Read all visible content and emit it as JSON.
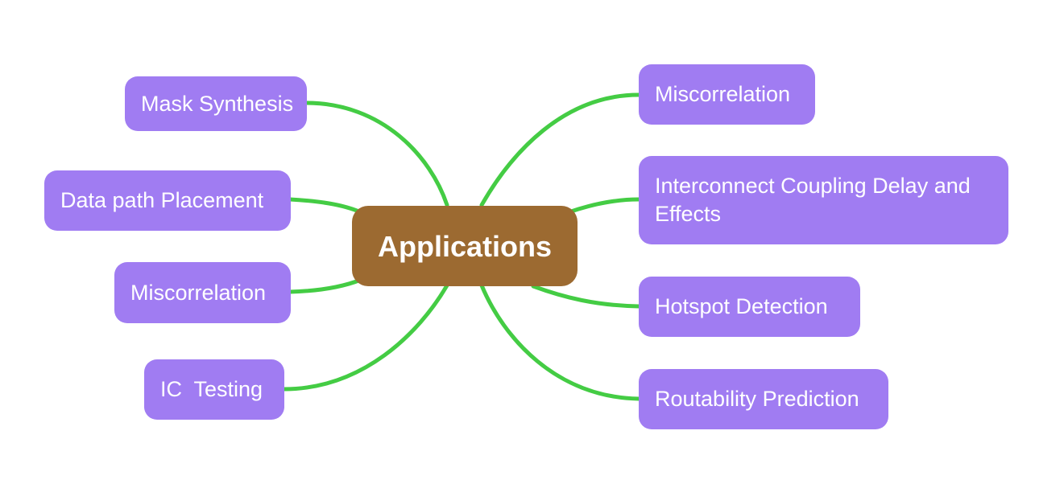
{
  "colors": {
    "branch_node": "#a07cf2",
    "center_node": "#9c6a31",
    "connector": "#44cc44",
    "text": "#ffffff"
  },
  "center": {
    "label": "Applications"
  },
  "left_branches": [
    {
      "label": "Mask Synthesis"
    },
    {
      "label": "Data path Placement"
    },
    {
      "label": "Miscorrelation"
    },
    {
      "label": "IC  Testing"
    }
  ],
  "right_branches": [
    {
      "label": "Miscorrelation"
    },
    {
      "label": "Interconnect Coupling Delay and Effects"
    },
    {
      "label": "Hotspot Detection"
    },
    {
      "label": "Routability Prediction"
    }
  ]
}
